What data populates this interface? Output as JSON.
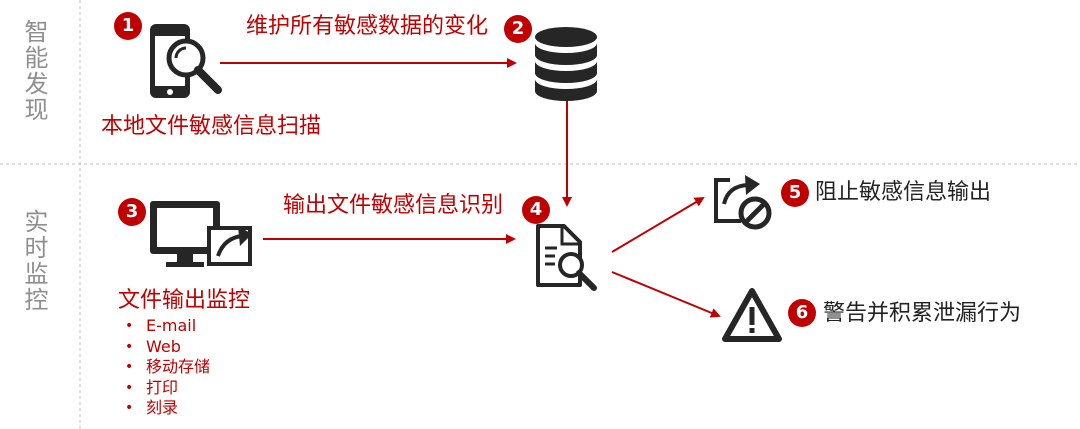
{
  "sections": {
    "discovery": "智能发现",
    "monitoring": "实时监控"
  },
  "steps": [
    {
      "number": "1",
      "label": "本地文件敏感信息扫描"
    },
    {
      "number": "2",
      "label": "维护所有敏感数据的变化"
    },
    {
      "number": "3",
      "label": "文件输出监控"
    },
    {
      "number": "4",
      "label": "输出文件敏感信息识别"
    },
    {
      "number": "5",
      "label": "阻止敏感信息输出"
    },
    {
      "number": "6",
      "label": "警告并积累泄漏行为"
    }
  ],
  "channels": [
    "E-mail",
    "Web",
    "移动存储",
    "打印",
    "刻录"
  ],
  "colors": {
    "accent": "#c00000",
    "icon": "#262626",
    "divider": "#bfbfbf",
    "section_label": "#8f8f8f"
  },
  "icons": {
    "scan": "phone-magnifier-icon",
    "database": "database-icon",
    "monitor": "monitor-share-icon",
    "inspect": "document-magnifier-icon",
    "block": "share-blocked-icon",
    "warning": "warning-triangle-icon"
  }
}
